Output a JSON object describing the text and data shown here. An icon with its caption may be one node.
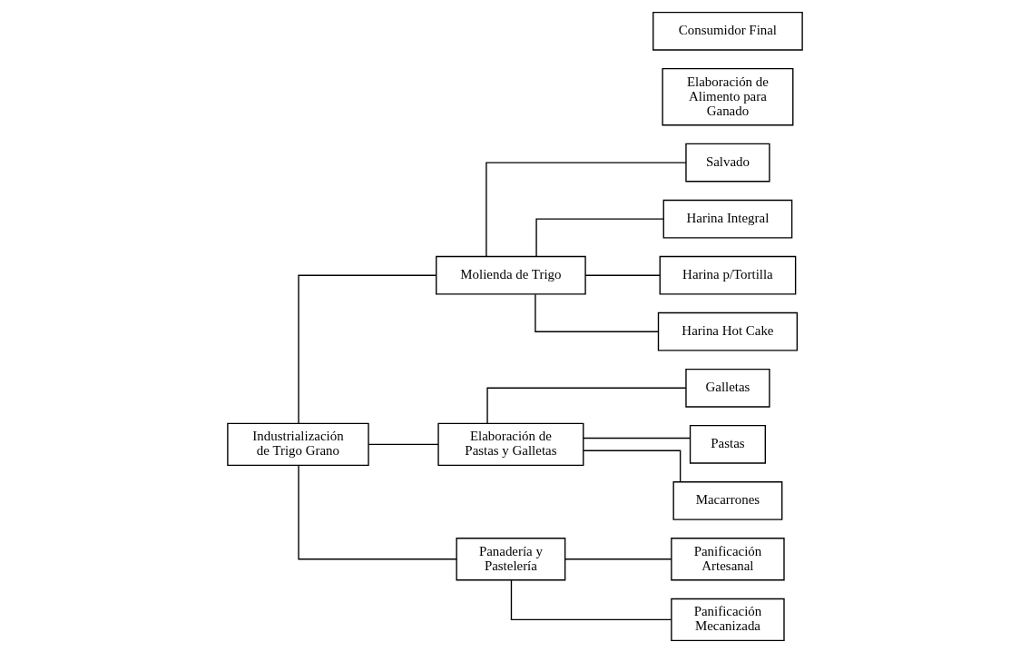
{
  "diagram": {
    "nodes": [
      {
        "text": [
          "Industrialización de Trigo Grano"
        ]
      },
      {
        "text": [
          "Molienda de Trigo"
        ]
      },
      {
        "text": [
          "Salvado"
        ]
      },
      {
        "text": [
          "Harina Integral"
        ]
      },
      {
        "text": [
          "Harina p/Tortilla"
        ]
      },
      {
        "text": [
          "Harina Hot Cake"
        ]
      },
      {
        "text": [
          "Elaboración de Pastas y Galletas"
        ]
      },
      {
        "text": [
          "Galletas"
        ]
      },
      {
        "text": [
          "Pastas"
        ]
      },
      {
        "text": [
          "Macarrones"
        ]
      },
      {
        "text": [
          "Panadería y Pastelería"
        ]
      },
      {
        "text": [
          "Panificación Artesanal"
        ]
      },
      {
        "text": [
          "Panificación Mecanizada"
        ]
      },
      {
        "text": [
          "Elaboración de Alimento para Ganado"
        ]
      },
      {
        "text": [
          "Consumidor Final"
        ]
      }
    ],
    "edges": [
      {
        "from": 0,
        "to": 1,
        "arrow": "none"
      },
      {
        "from": 0,
        "to": 6,
        "arrow": "none"
      },
      {
        "from": 0,
        "to": 10,
        "arrow": "none"
      },
      {
        "from": 1,
        "to": 2,
        "arrow": "none"
      },
      {
        "from": 1,
        "to": 3,
        "arrow": "none"
      },
      {
        "from": 1,
        "to": 4,
        "arrow": "none"
      },
      {
        "from": 1,
        "to": 5,
        "arrow": "none"
      },
      {
        "from": 6,
        "to": 7,
        "arrow": "none"
      },
      {
        "from": 6,
        "to": 8,
        "arrow": "none"
      },
      {
        "from": 6,
        "to": 9,
        "arrow": "none"
      },
      {
        "from": 10,
        "to": 11,
        "arrow": "none"
      },
      {
        "from": 10,
        "to": 12,
        "arrow": "none"
      }
    ]
  }
}
